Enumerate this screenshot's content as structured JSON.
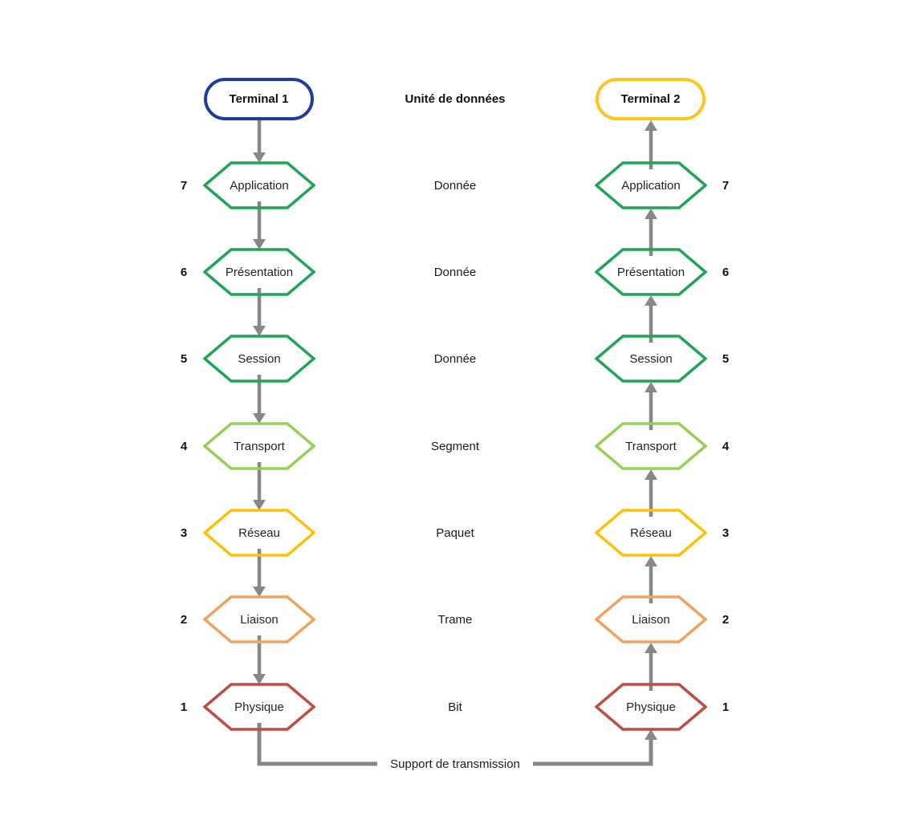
{
  "diagram": {
    "header_center": "Unité de données",
    "support_label": "Support de transmission",
    "arrow_color": "#878787",
    "terminal1": {
      "label": "Terminal 1",
      "color": "#1e3c99"
    },
    "terminal2": {
      "label": "Terminal 2",
      "color": "#ffc41d"
    },
    "layers": [
      {
        "number": "7",
        "name": "Application",
        "unit": "Donnée",
        "color": "#1fa654"
      },
      {
        "number": "6",
        "name": "Présentation",
        "unit": "Donnée",
        "color": "#1fa654"
      },
      {
        "number": "5",
        "name": "Session",
        "unit": "Donnée",
        "color": "#1fa654"
      },
      {
        "number": "4",
        "name": "Transport",
        "unit": "Segment",
        "color": "#93d154"
      },
      {
        "number": "3",
        "name": "Réseau",
        "unit": "Paquet",
        "color": "#fec10a"
      },
      {
        "number": "2",
        "name": "Liaison",
        "unit": "Trame",
        "color": "#f1a25f"
      },
      {
        "number": "1",
        "name": "Physique",
        "unit": "Bit",
        "color": "#c04c42"
      }
    ]
  }
}
